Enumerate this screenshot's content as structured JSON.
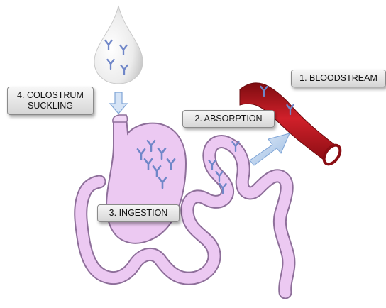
{
  "labels": {
    "bloodstream": "1. BLOODSTREAM",
    "absorption": "2. ABSORPTION",
    "ingestion": "3. INGESTION",
    "colostrum_line1": "4. COLOSTRUM",
    "colostrum_line2": "SUCKLING"
  },
  "icons": [
    "droplet-icon",
    "antibody-icon",
    "down-arrow-icon",
    "diagonal-arrow-icon",
    "stomach",
    "intestine",
    "blood-vessel"
  ],
  "colors": {
    "intestine_fill": "#e8c4f0",
    "intestine_stroke": "#9a7aa6",
    "antibody": "#6f86c8",
    "vessel": "#b3121a",
    "arrow": "#b9d2ee"
  }
}
